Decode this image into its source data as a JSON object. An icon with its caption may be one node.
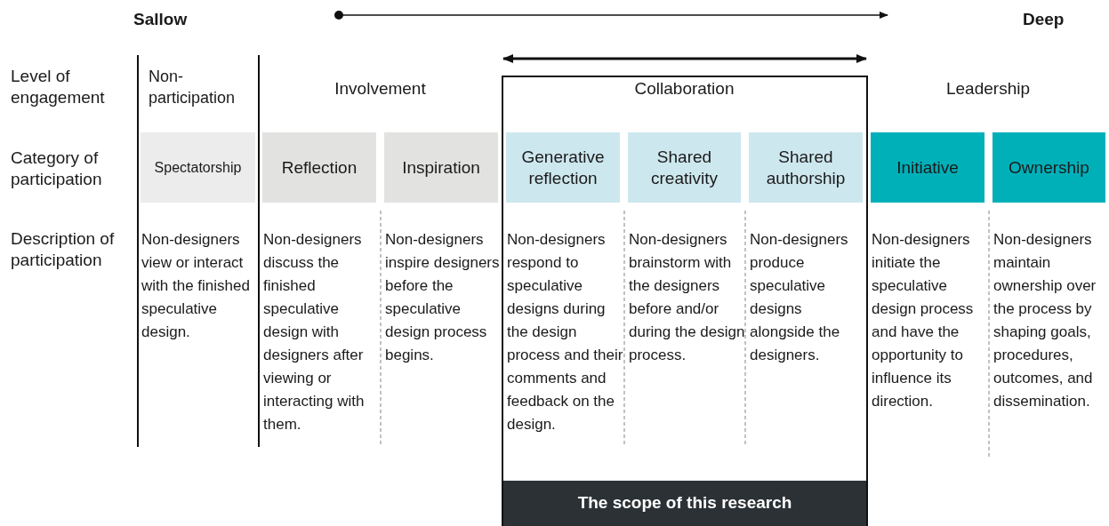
{
  "diagram": {
    "nodes": [
      {
        "text": [
          "Spectatorship"
        ]
      },
      {
        "text": [
          "Reflection"
        ]
      },
      {
        "text": [
          "Inspiration"
        ]
      },
      {
        "text": [
          "Generative reflection"
        ]
      },
      {
        "text": [
          "Shared creativity"
        ]
      },
      {
        "text": [
          "Shared authorship"
        ]
      },
      {
        "text": [
          "Initiative"
        ]
      },
      {
        "text": [
          "Ownership"
        ]
      },
      {
        "text": [
          "The scope of this research"
        ]
      }
    ],
    "labels": [
      "Sallow",
      "Deep",
      "Level of engagement",
      "Non-participation",
      "Involvement",
      "Collaboration",
      "Leadership",
      "Category of participation",
      "Description of participation",
      "Non-designers view or interact with the finished speculative design.",
      "Non-designers discuss the finished speculative design with designers after viewing or interacting with them.",
      "Non-designers inspire designers before the speculative design process begins.",
      "Non-designers respond to speculative designs during the design process and their comments and feedback on the design.",
      "Non-designers brainstorm with the designers before and/or during the design process.",
      "Non-designers produce speculative designs alongside the designers.",
      "Non-designers initiate the speculative design process and have the opportunity to influence its direction.",
      "Non-designers maintain ownership over the process by shaping goals, procedures, outcomes, and dissemination."
    ]
  }
}
